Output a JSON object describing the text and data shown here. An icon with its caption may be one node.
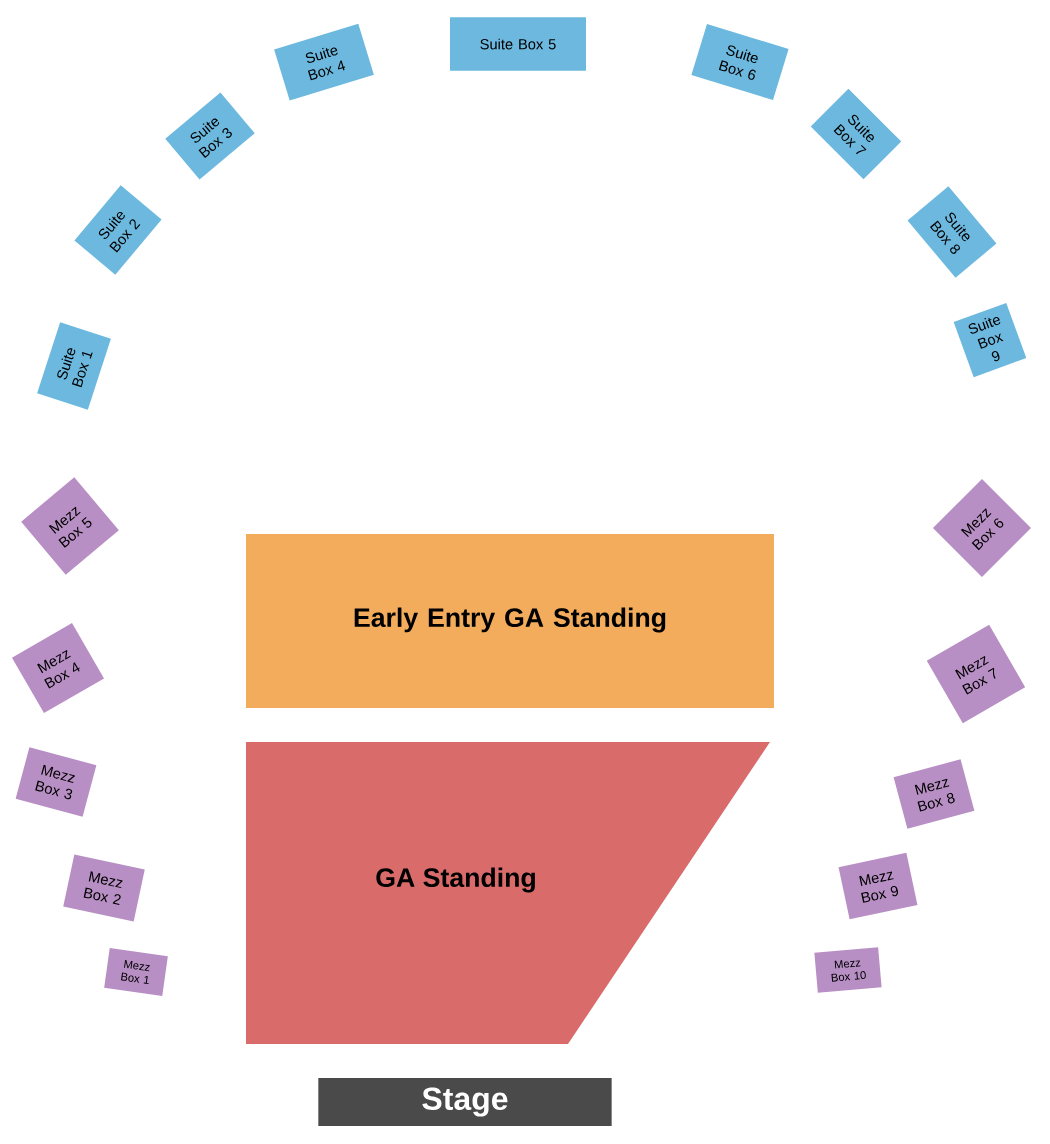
{
  "diagram": {
    "nodes": [
      {
        "text": [
          "Suite Box 1"
        ]
      },
      {
        "text": [
          "Suite Box 2"
        ]
      },
      {
        "text": [
          "Suite Box 3"
        ]
      },
      {
        "text": [
          "Suite Box 4"
        ]
      },
      {
        "text": [
          "Suite Box 5"
        ]
      },
      {
        "text": [
          "Suite Box 6"
        ]
      },
      {
        "text": [
          "Suite Box 7"
        ]
      },
      {
        "text": [
          "Suite Box 8"
        ]
      },
      {
        "text": [
          "Suite Box 9"
        ]
      },
      {
        "text": [
          "Mezz Box 5"
        ]
      },
      {
        "text": [
          "Mezz Box 4"
        ]
      },
      {
        "text": [
          "Mezz Box 3"
        ]
      },
      {
        "text": [
          "Mezz Box 2"
        ]
      },
      {
        "text": [
          "Mezz Box 1"
        ]
      },
      {
        "text": [
          "Mezz Box 6"
        ]
      },
      {
        "text": [
          "Mezz Box 7"
        ]
      },
      {
        "text": [
          "Mezz Box 8"
        ]
      },
      {
        "text": [
          "Mezz Box 9"
        ]
      },
      {
        "text": [
          "Mezz Box 10"
        ]
      },
      {
        "text": [
          "Early Entry GA Standing"
        ]
      },
      {
        "text": [
          "GA Standing"
        ]
      },
      {
        "text": [
          "Stage"
        ]
      }
    ]
  }
}
